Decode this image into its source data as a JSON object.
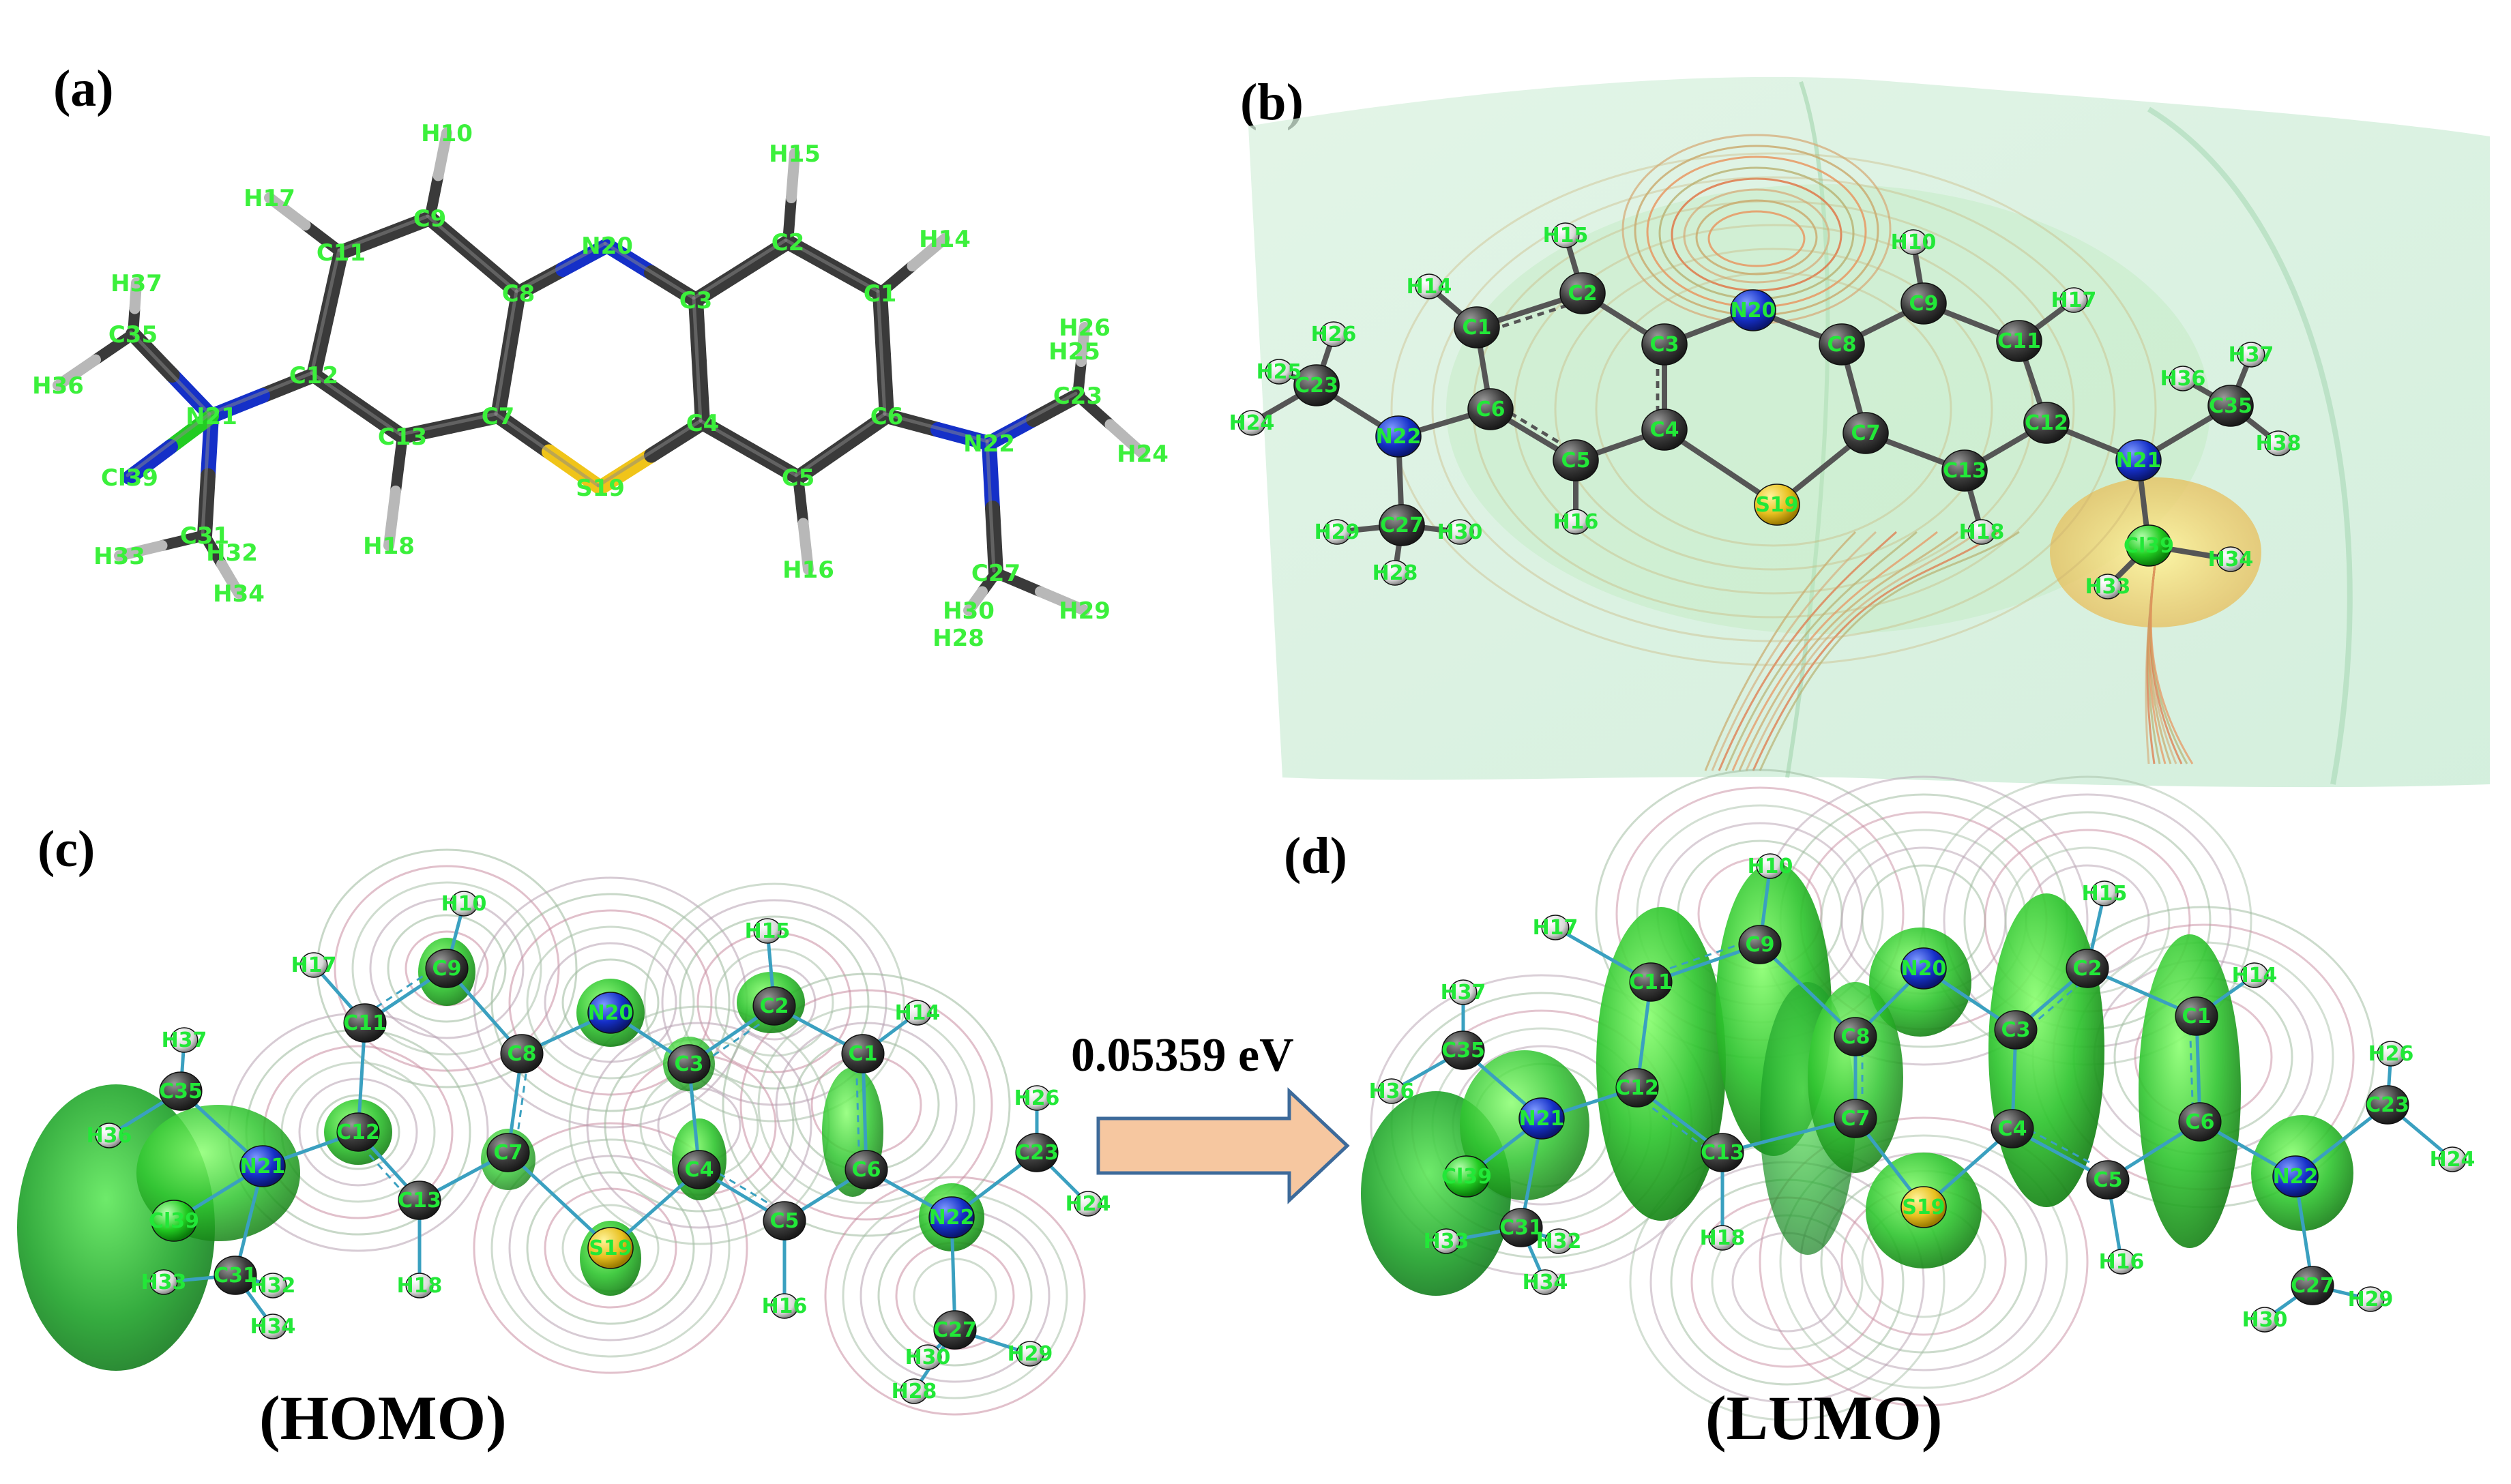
{
  "panels": {
    "a": "(a)",
    "b": "(b)",
    "c": "(c)",
    "d": "(d)"
  },
  "orbitals": {
    "homo": "(HOMO)",
    "lumo": "(LUMO)"
  },
  "energy_gap": "0.05359 eV",
  "colors": {
    "carbon": "#3a3a3a",
    "nitrogen": "#1530c8",
    "sulfur": "#e8c020",
    "chlorine": "#22cc22",
    "atom_label": "#3bf03b",
    "orbital_lobe": "#2fc52f",
    "arrow_fill": "#f6c7a0",
    "arrow_stroke": "#3d6a9a"
  },
  "atoms_a": [
    {
      "t": "C1"
    },
    {
      "t": "C2"
    },
    {
      "t": "C3"
    },
    {
      "t": "C4"
    },
    {
      "t": "C5"
    },
    {
      "t": "C6"
    },
    {
      "t": "C7"
    },
    {
      "t": "C8"
    },
    {
      "t": "C9"
    },
    {
      "t": "C11"
    },
    {
      "t": "C12"
    },
    {
      "t": "C13"
    },
    {
      "t": "N20"
    },
    {
      "t": "S19"
    },
    {
      "t": "N21"
    },
    {
      "t": "N22"
    },
    {
      "t": "C35"
    },
    {
      "t": "C23"
    },
    {
      "t": "C27"
    },
    {
      "t": "C31"
    },
    {
      "t": "Cl39"
    },
    {
      "t": "H10"
    },
    {
      "t": "H15"
    },
    {
      "t": "H17"
    },
    {
      "t": "H14"
    },
    {
      "t": "H37"
    },
    {
      "t": "H36"
    },
    {
      "t": "H26"
    },
    {
      "t": "H25"
    },
    {
      "t": "H24"
    },
    {
      "t": "H18"
    },
    {
      "t": "H16"
    },
    {
      "t": "H33"
    },
    {
      "t": "H32"
    },
    {
      "t": "H34"
    },
    {
      "t": "H30"
    },
    {
      "t": "H28"
    },
    {
      "t": "H29"
    }
  ],
  "atoms_b": [
    {
      "t": "C1"
    },
    {
      "t": "C2"
    },
    {
      "t": "C3"
    },
    {
      "t": "C4"
    },
    {
      "t": "C5"
    },
    {
      "t": "C6"
    },
    {
      "t": "C7"
    },
    {
      "t": "C8"
    },
    {
      "t": "C9"
    },
    {
      "t": "C11"
    },
    {
      "t": "C12"
    },
    {
      "t": "C13"
    },
    {
      "t": "N20"
    },
    {
      "t": "S19"
    },
    {
      "t": "N21"
    },
    {
      "t": "N22"
    },
    {
      "t": "C23"
    },
    {
      "t": "C27"
    },
    {
      "t": "C35"
    },
    {
      "t": "Cl39"
    },
    {
      "t": "H14"
    },
    {
      "t": "H15"
    },
    {
      "t": "H10"
    },
    {
      "t": "H17"
    },
    {
      "t": "H16"
    },
    {
      "t": "H18"
    },
    {
      "t": "H26"
    },
    {
      "t": "H25"
    },
    {
      "t": "H24"
    },
    {
      "t": "H29"
    },
    {
      "t": "H28"
    },
    {
      "t": "H30"
    },
    {
      "t": "H36"
    },
    {
      "t": "H37"
    },
    {
      "t": "H38"
    },
    {
      "t": "H33"
    },
    {
      "t": "H34"
    }
  ],
  "atoms_c": [
    {
      "t": "H10"
    },
    {
      "t": "C9"
    },
    {
      "t": "N20"
    },
    {
      "t": "H15"
    },
    {
      "t": "C2"
    },
    {
      "t": "H14"
    },
    {
      "t": "C1"
    },
    {
      "t": "H17"
    },
    {
      "t": "C11"
    },
    {
      "t": "C8"
    },
    {
      "t": "C3"
    },
    {
      "t": "H37"
    },
    {
      "t": "C35"
    },
    {
      "t": "H36"
    },
    {
      "t": "C12"
    },
    {
      "t": "C7"
    },
    {
      "t": "C4"
    },
    {
      "t": "C6"
    },
    {
      "t": "H26"
    },
    {
      "t": "C23"
    },
    {
      "t": "N21"
    },
    {
      "t": "Cl39"
    },
    {
      "t": "C13"
    },
    {
      "t": "S19"
    },
    {
      "t": "C5"
    },
    {
      "t": "N22"
    },
    {
      "t": "H24"
    },
    {
      "t": "H33"
    },
    {
      "t": "C31"
    },
    {
      "t": "H32"
    },
    {
      "t": "H18"
    },
    {
      "t": "H34"
    },
    {
      "t": "H16"
    },
    {
      "t": "C27"
    },
    {
      "t": "H30"
    },
    {
      "t": "H29"
    },
    {
      "t": "H28"
    }
  ],
  "atoms_d": [
    {
      "t": "H10"
    },
    {
      "t": "H15"
    },
    {
      "t": "H17"
    },
    {
      "t": "C9"
    },
    {
      "t": "C11"
    },
    {
      "t": "N20"
    },
    {
      "t": "C2"
    },
    {
      "t": "H14"
    },
    {
      "t": "C1"
    },
    {
      "t": "H37"
    },
    {
      "t": "C35"
    },
    {
      "t": "C8"
    },
    {
      "t": "C3"
    },
    {
      "t": "H36"
    },
    {
      "t": "N21"
    },
    {
      "t": "C12"
    },
    {
      "t": "C7"
    },
    {
      "t": "C4"
    },
    {
      "t": "C6"
    },
    {
      "t": "H26"
    },
    {
      "t": "C23"
    },
    {
      "t": "Cl39"
    },
    {
      "t": "C13"
    },
    {
      "t": "S19"
    },
    {
      "t": "C5"
    },
    {
      "t": "N22"
    },
    {
      "t": "H24"
    },
    {
      "t": "H33"
    },
    {
      "t": "C31"
    },
    {
      "t": "H32"
    },
    {
      "t": "H18"
    },
    {
      "t": "H16"
    },
    {
      "t": "H34"
    },
    {
      "t": "C27"
    },
    {
      "t": "H30"
    },
    {
      "t": "H29"
    }
  ]
}
